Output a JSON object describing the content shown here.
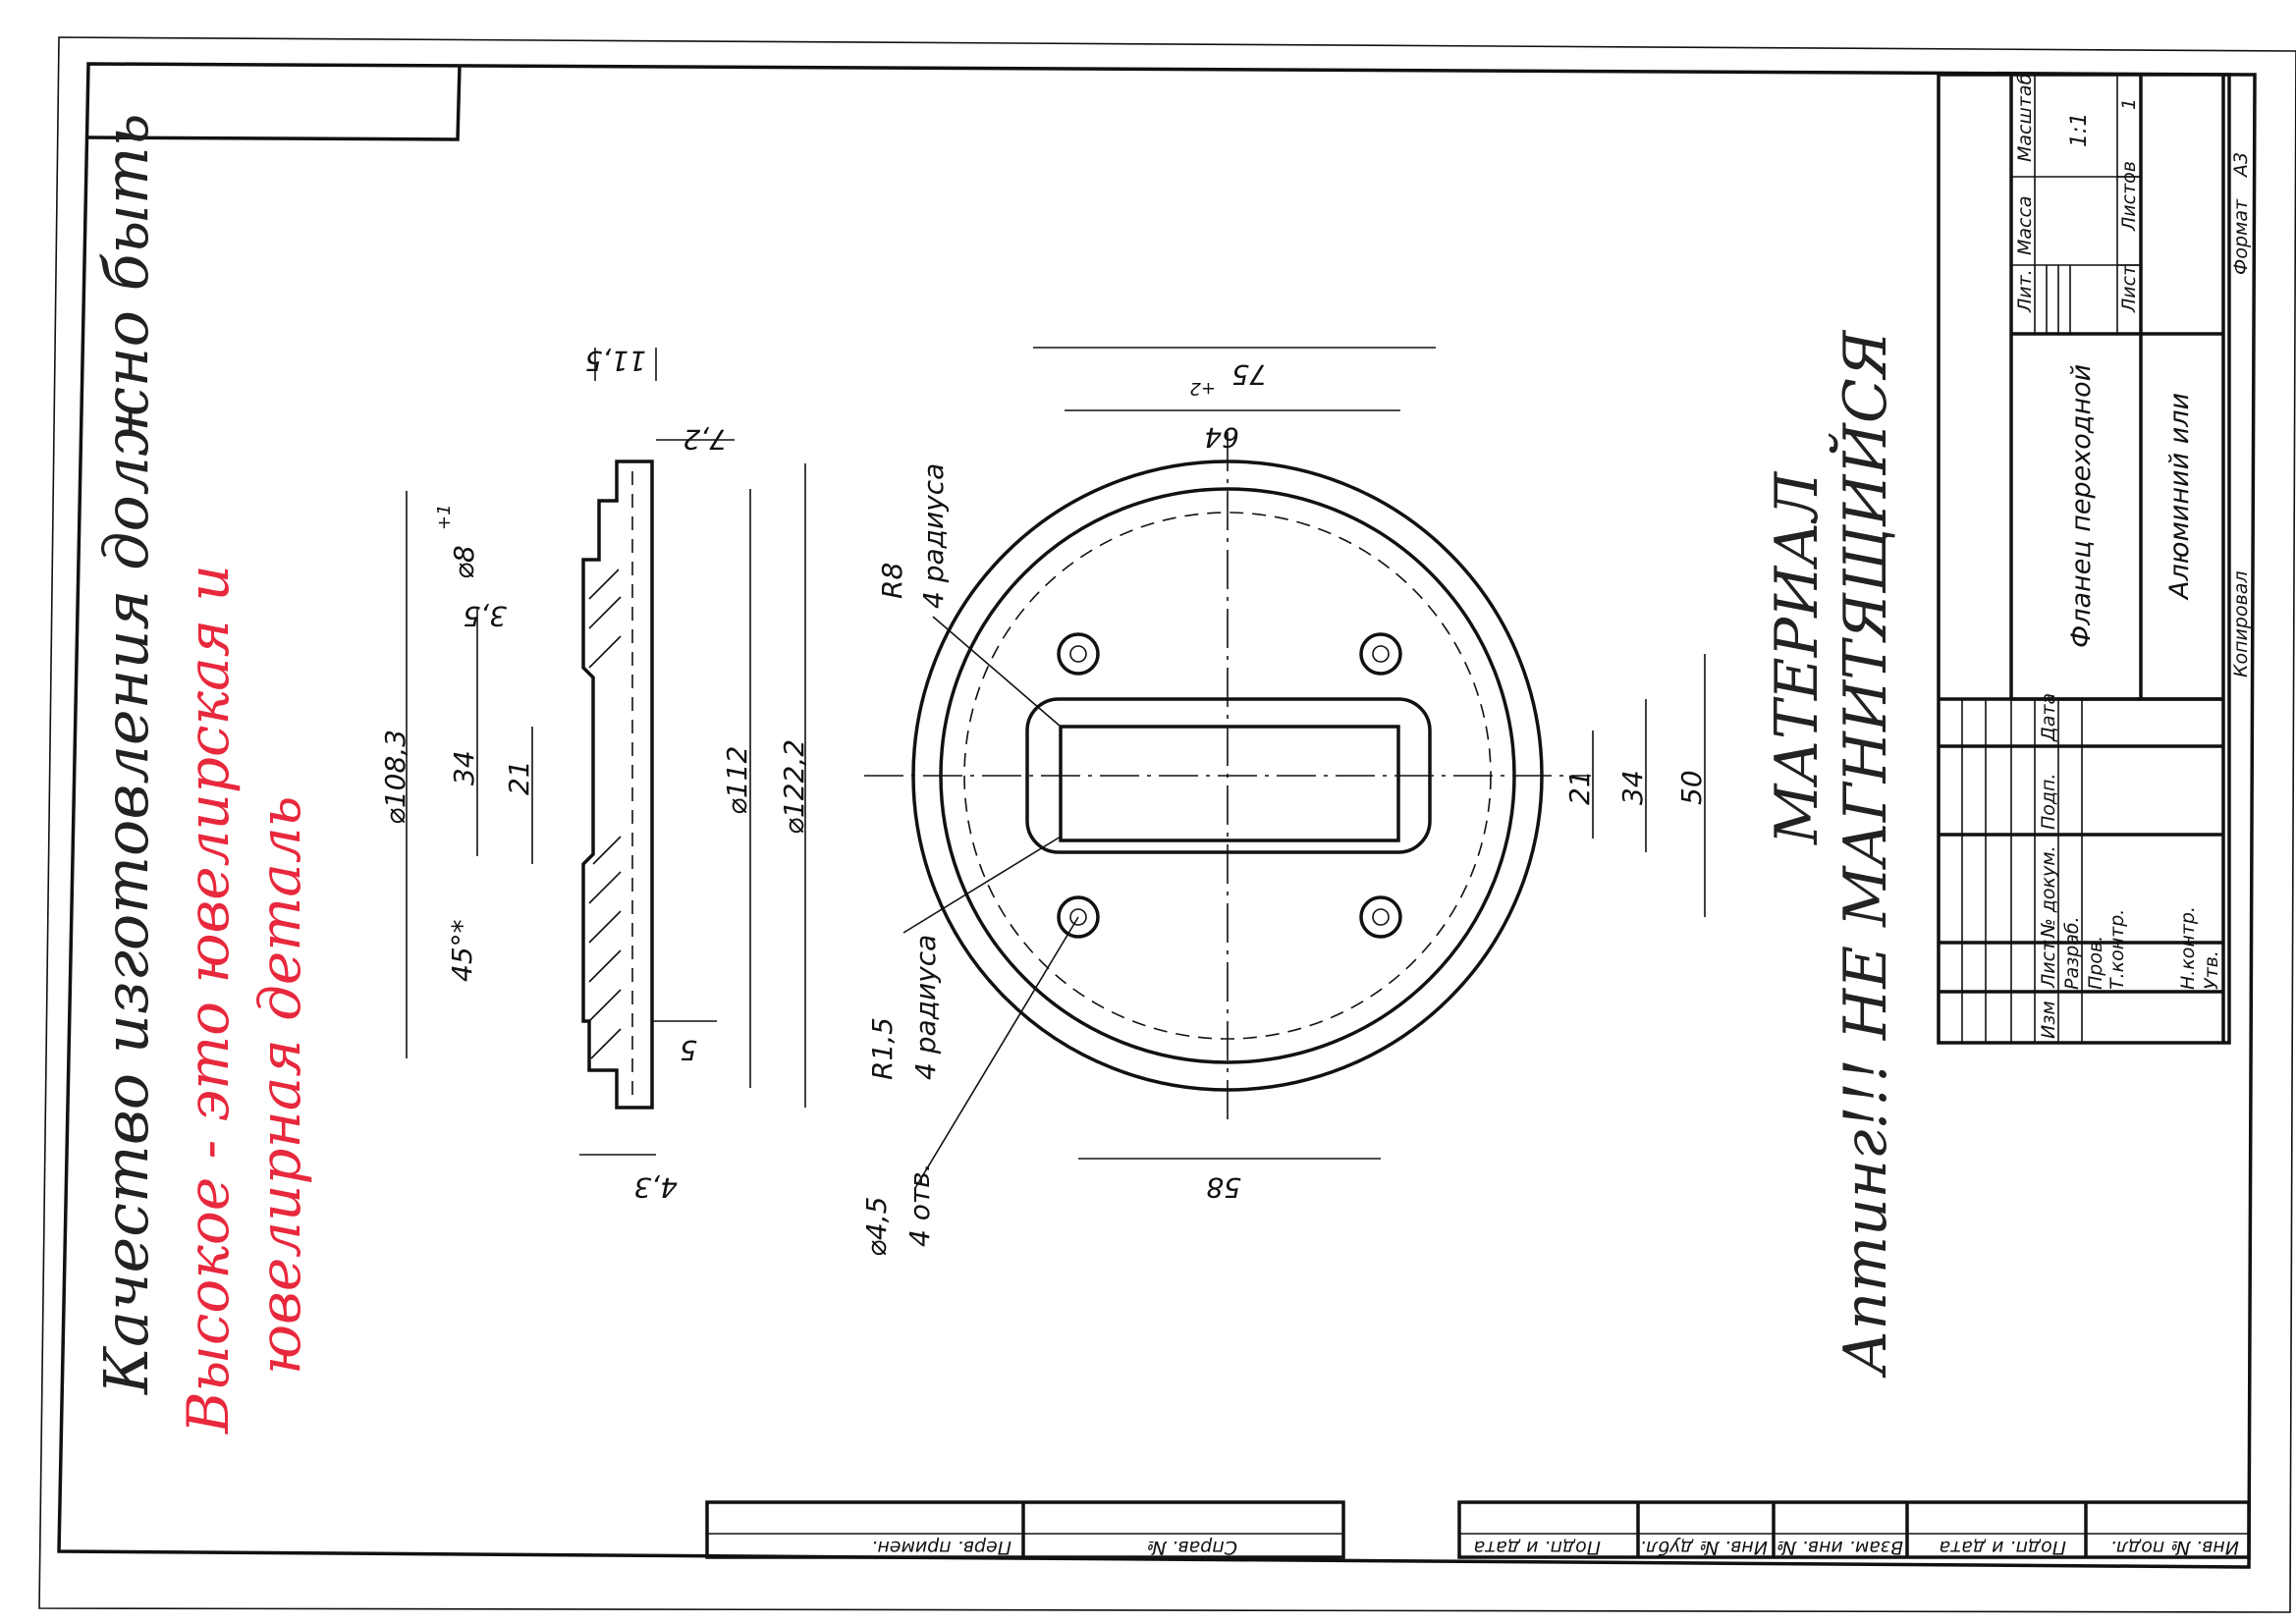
{
  "handwritten": {
    "black_line": "Качество изготовления должно быть",
    "red_line_1": "Высокое - это ювелирская и",
    "red_line_2": "ювелирная деталь",
    "material_1": "МАТЕРИАЛ",
    "material_2": "Аптинг!!! НЕ МАГНИТЯЩИЙСЯ"
  },
  "title_block": {
    "part_name": "Фланец переходной",
    "material": "Алюминий или",
    "scale": "1:1",
    "sheet_num": "1",
    "headers": {
      "lit": "Лит.",
      "mass": "Масса",
      "scale": "Масштаб",
      "sheet": "Лист",
      "sheets": "Листов",
      "izm": "Изм",
      "list": "Лист",
      "doc": "№ докум.",
      "sign": "Подп.",
      "date": "Дата",
      "razrab": "Разраб.",
      "prov": "Пров.",
      "tkontr": "Т.контр.",
      "nkontr": "Н.контр.",
      "utv": "Утв."
    },
    "copied": "Копировал",
    "format_label": "Формат",
    "format_value": "A3"
  },
  "bottom_strip": {
    "perv_primen": "Перв. примен.",
    "sprav": "Справ. №",
    "podp_data_1": "Подп. и дата",
    "inv_dubl": "Инв. № дубл.",
    "vzam_inv": "Взам. инв. №",
    "podp_data_2": "Подп. и дата",
    "inv_podl": "Инв. № подл."
  },
  "section_view": {
    "d108_3": "⌀108,3",
    "d34": "34",
    "d21": "21",
    "chamfer": "45°*",
    "d8": "⌀8",
    "d8_tol": "+1",
    "d3_5": "3,5",
    "d11_5": "11,5",
    "d7_2": "7,2",
    "d112": "⌀112",
    "d122_2": "⌀122,2",
    "d5": "5",
    "d4_3": "4,3"
  },
  "plan_view": {
    "d75": "75",
    "d75_tol": "+2",
    "d64": "64",
    "d58": "58",
    "d21": "21",
    "d34": "34",
    "d50": "50",
    "r8": "R8",
    "r8_note": "4 радиуса",
    "r1_5": "R1,5",
    "r1_5_note": "4 радиуса",
    "hole": "⌀4,5",
    "hole_note": "4 отв."
  }
}
